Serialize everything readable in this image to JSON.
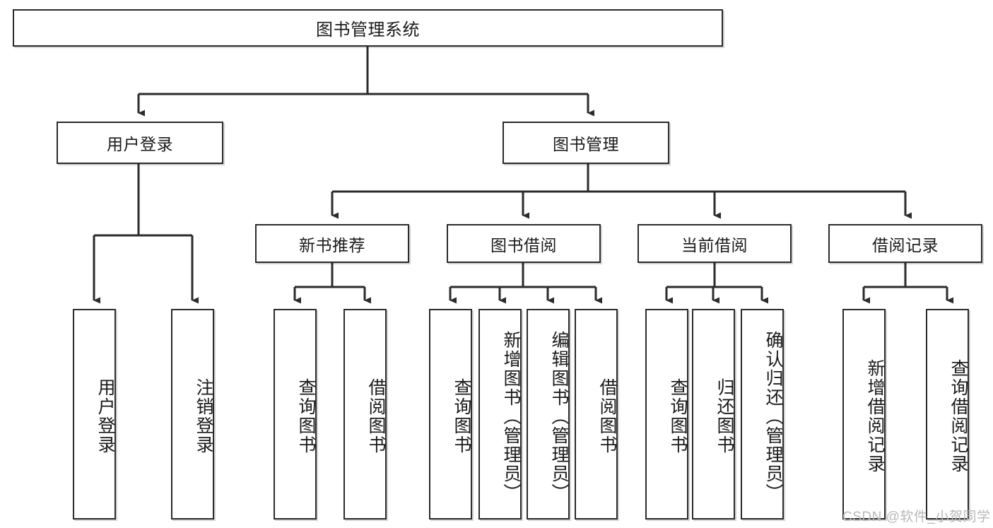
{
  "diagram": {
    "title": "图书管理系统",
    "type": "hierarchy-tree",
    "root": {
      "id": "root",
      "label": "图书管理系统"
    },
    "level2": [
      {
        "id": "user-login",
        "label": "用户登录"
      },
      {
        "id": "book-manage",
        "label": "图书管理"
      }
    ],
    "level3": [
      {
        "id": "new-book-recommend",
        "label": "新书推荐",
        "parent": "book-manage"
      },
      {
        "id": "book-borrow",
        "label": "图书借阅",
        "parent": "book-manage"
      },
      {
        "id": "current-borrow",
        "label": "当前借阅",
        "parent": "book-manage"
      },
      {
        "id": "borrow-record",
        "label": "借阅记录",
        "parent": "book-manage"
      }
    ],
    "leaves": [
      {
        "id": "leaf-user-login",
        "label": "用户登录",
        "parent": "user-login"
      },
      {
        "id": "leaf-logout-login",
        "label": "注销登录",
        "parent": "user-login"
      },
      {
        "id": "leaf-query-book-1",
        "label": "查询图书",
        "parent": "new-book-recommend"
      },
      {
        "id": "leaf-borrow-book-1",
        "label": "借阅图书",
        "parent": "new-book-recommend"
      },
      {
        "id": "leaf-query-book-2",
        "label": "查询图书",
        "parent": "book-borrow"
      },
      {
        "id": "leaf-add-book",
        "label": "新增图书（管理员）",
        "parent": "book-borrow"
      },
      {
        "id": "leaf-edit-book",
        "label": "编辑图书（管理员）",
        "parent": "book-borrow"
      },
      {
        "id": "leaf-borrow-book-2",
        "label": "借阅图书",
        "parent": "book-borrow"
      },
      {
        "id": "leaf-query-book-3",
        "label": "查询图书",
        "parent": "current-borrow"
      },
      {
        "id": "leaf-return-book",
        "label": "归还图书",
        "parent": "current-borrow"
      },
      {
        "id": "leaf-confirm-return",
        "label": "确认归还（管理员）",
        "parent": "current-borrow"
      },
      {
        "id": "leaf-add-record",
        "label": "新增借阅记录",
        "parent": "borrow-record"
      },
      {
        "id": "leaf-query-record",
        "label": "查询借阅记录",
        "parent": "borrow-record"
      }
    ]
  },
  "watermark": {
    "text": "CSDN @软件_小贺同学"
  },
  "colors": {
    "stroke": "#2b2b2b",
    "fill": "#ffffff",
    "text": "#1a1a1a",
    "watermark": "#b9b9b9"
  }
}
